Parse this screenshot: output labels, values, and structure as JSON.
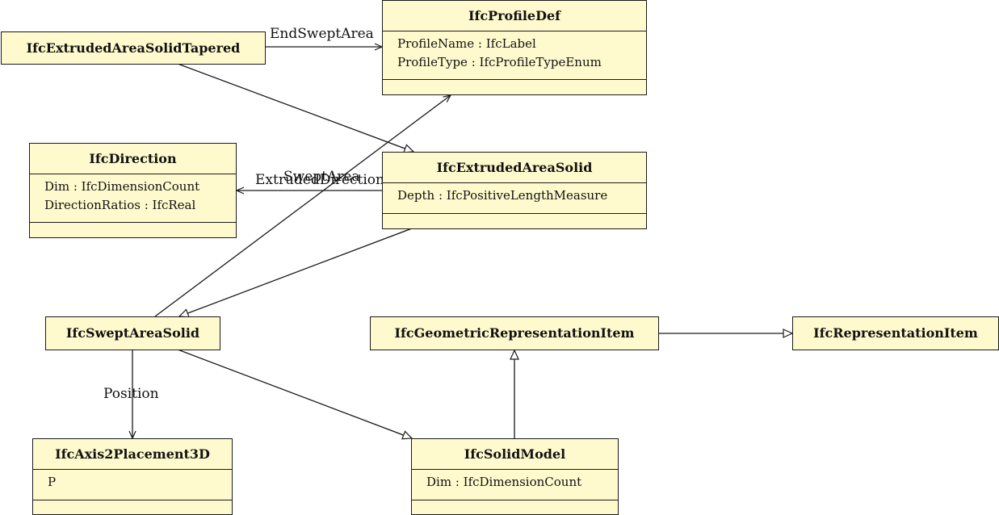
{
  "classes": {
    "tapered": {
      "name": "IfcExtrudedAreaSolidTapered"
    },
    "profile": {
      "name": "IfcProfileDef",
      "attributes": [
        "ProfileName : IfcLabel",
        "ProfileType : IfcProfileTypeEnum"
      ]
    },
    "direction": {
      "name": "IfcDirection",
      "attributes": [
        "Dim : IfcDimensionCount",
        "DirectionRatios : IfcReal"
      ]
    },
    "extruded": {
      "name": "IfcExtrudedAreaSolid",
      "attributes": [
        "Depth : IfcPositiveLengthMeasure"
      ]
    },
    "swept": {
      "name": "IfcSweptAreaSolid"
    },
    "geometric": {
      "name": "IfcGeometricRepresentationItem"
    },
    "representation": {
      "name": "IfcRepresentationItem"
    },
    "axis": {
      "name": "IfcAxis2Placement3D",
      "attributes": [
        "P"
      ]
    },
    "solid": {
      "name": "IfcSolidModel",
      "attributes": [
        "Dim : IfcDimensionCount"
      ]
    }
  },
  "labels": {
    "end_swept_area": "EndSweptArea",
    "swept_area": "SweptArea",
    "extruded_direction": "ExtrudedDirection",
    "position": "Position"
  }
}
